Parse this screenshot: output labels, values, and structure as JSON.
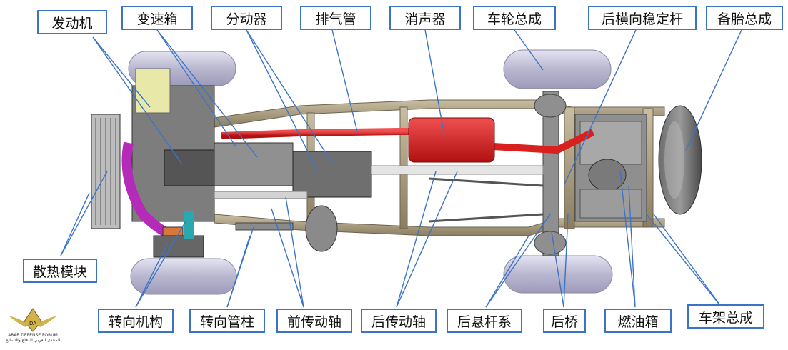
{
  "labels": {
    "engine": "发动机",
    "gearbox": "变速箱",
    "transfer_case": "分动器",
    "exhaust_pipe": "排气管",
    "muffler": "消声器",
    "wheel_assembly": "车轮总成",
    "rear_stabilizer_bar": "后横向稳定杆",
    "spare_tire": "备胎总成",
    "radiator_module": "散热模块",
    "steering_gear": "转向机构",
    "steering_column": "转向管柱",
    "front_drive_shaft": "前传动轴",
    "rear_drive_shaft": "后传动轴",
    "rear_suspension": "后悬杆系",
    "rear_axle": "后桥",
    "fuel_tank": "燃油箱",
    "frame_assembly": "车架总成"
  },
  "logo": {
    "text_line1": "ARAB DEFENSE FORUM",
    "text_line2": "المنتدى العربي للدفاع والتسليح"
  },
  "colors": {
    "label_border": "#3b74c7",
    "leader_line": "#3b74c7",
    "frame": "#a89a7e",
    "exhaust": "#d8201f",
    "tire": "#c9c8dc",
    "intake": "#b52ab8"
  }
}
